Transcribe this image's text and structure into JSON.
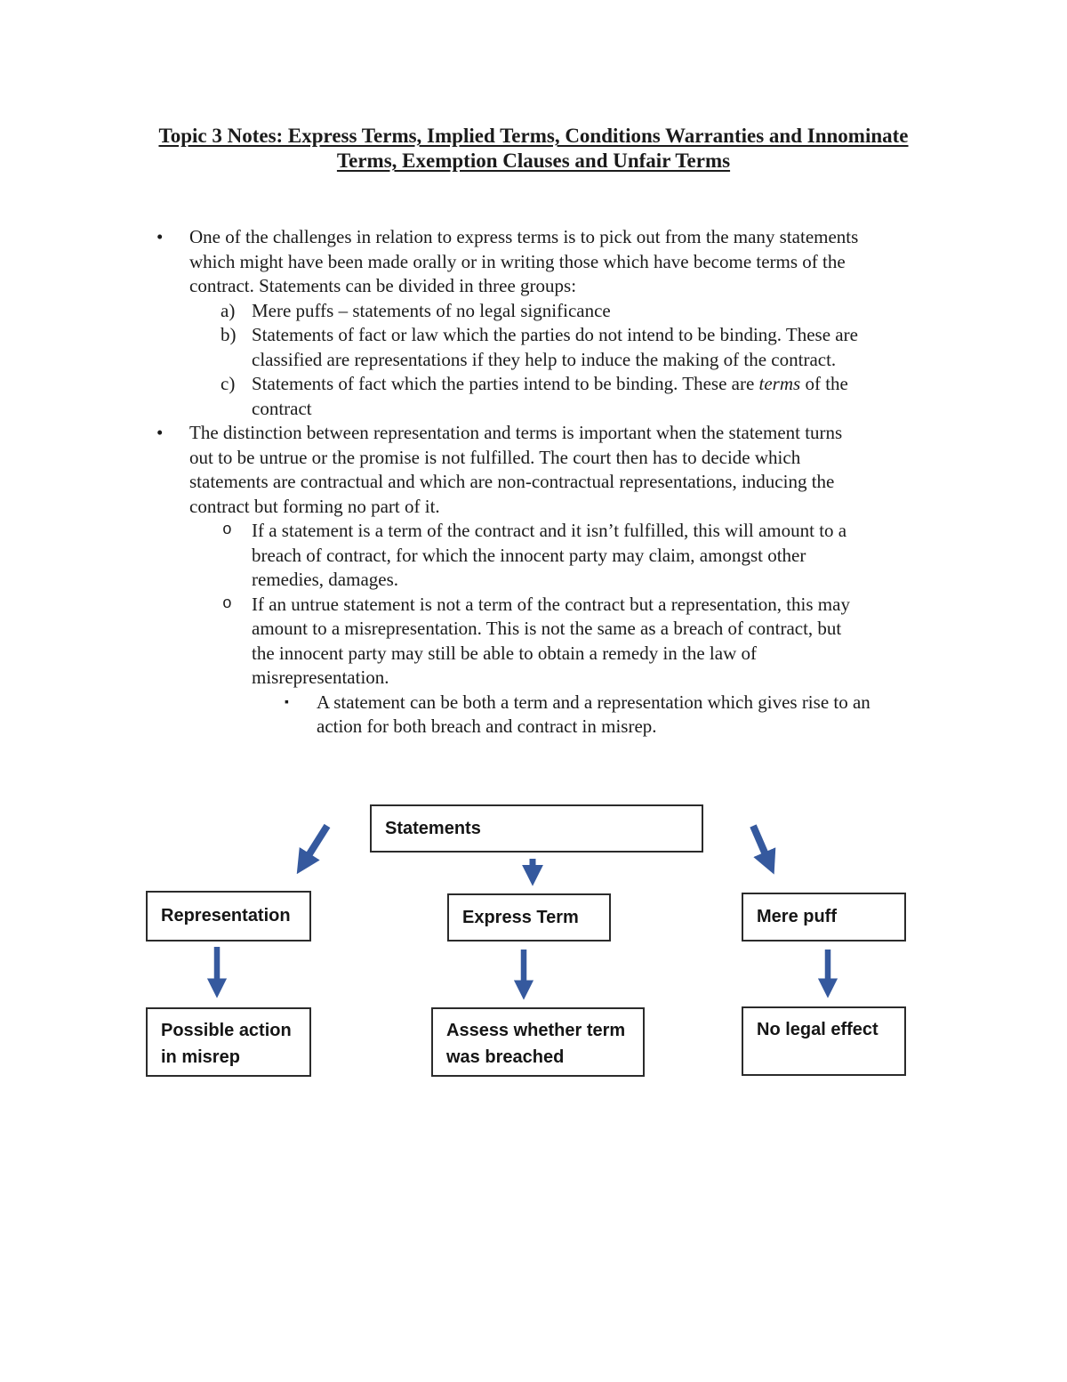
{
  "title": {
    "text": "Topic 3 Notes: Express Terms, Implied Terms, Conditions Warranties and Innominate\nTerms, Exemption Clauses and Unfair Terms"
  },
  "notes": {
    "b1": {
      "marker": "•",
      "text": "One of the challenges in relation to express terms is to pick out from the many statements\nwhich might have been made orally or in writing those which have become terms of the\ncontract. Statements can be divided in three groups:"
    },
    "a": {
      "marker": "a)",
      "text": "Mere puffs – statements of no legal significance"
    },
    "b": {
      "marker": "b)",
      "text": "Statements of fact or law which the parties do not intend to be binding. These are\nclassified are representations if they help to induce the making of the contract."
    },
    "c": {
      "marker": "c)",
      "pre": "Statements of fact which the parties intend to be binding. These are ",
      "italic": "terms",
      "post": " of the\ncontract"
    },
    "b2": {
      "marker": "•",
      "text": "The distinction between representation and terms is important when the statement turns\nout to be untrue or the promise is not fulfilled. The court then has to decide which\nstatements are contractual and which are non-contractual representations, inducing the\ncontract but forming no part of it."
    },
    "o1": {
      "marker": "o",
      "text": "If a statement is a term of the contract and it isn’t fulfilled, this will amount to a\nbreach of contract, for which the innocent party may claim, amongst other\nremedies, damages."
    },
    "o2": {
      "marker": "o",
      "text": "If an untrue statement is not a term of the contract but a representation, this may\namount to a misrepresentation. This is not the same as a breach of contract, but\nthe innocent party may still be able to obtain a remedy in the law of\nmisrepresentation."
    },
    "s1": {
      "marker": "▪",
      "text": "A statement can be both a term and a representation which gives rise to an\naction for both breach and contract in misrep."
    }
  },
  "flowchart": {
    "accent_color": "#35599E",
    "boxes": {
      "statements": "Statements",
      "representation": "Representation",
      "express_term": "Express Term",
      "mere_puff": "Mere puff",
      "possible_action": "Possible action\nin misrep",
      "assess": "Assess whether term\nwas breached",
      "no_legal_effect": "No legal effect"
    }
  }
}
